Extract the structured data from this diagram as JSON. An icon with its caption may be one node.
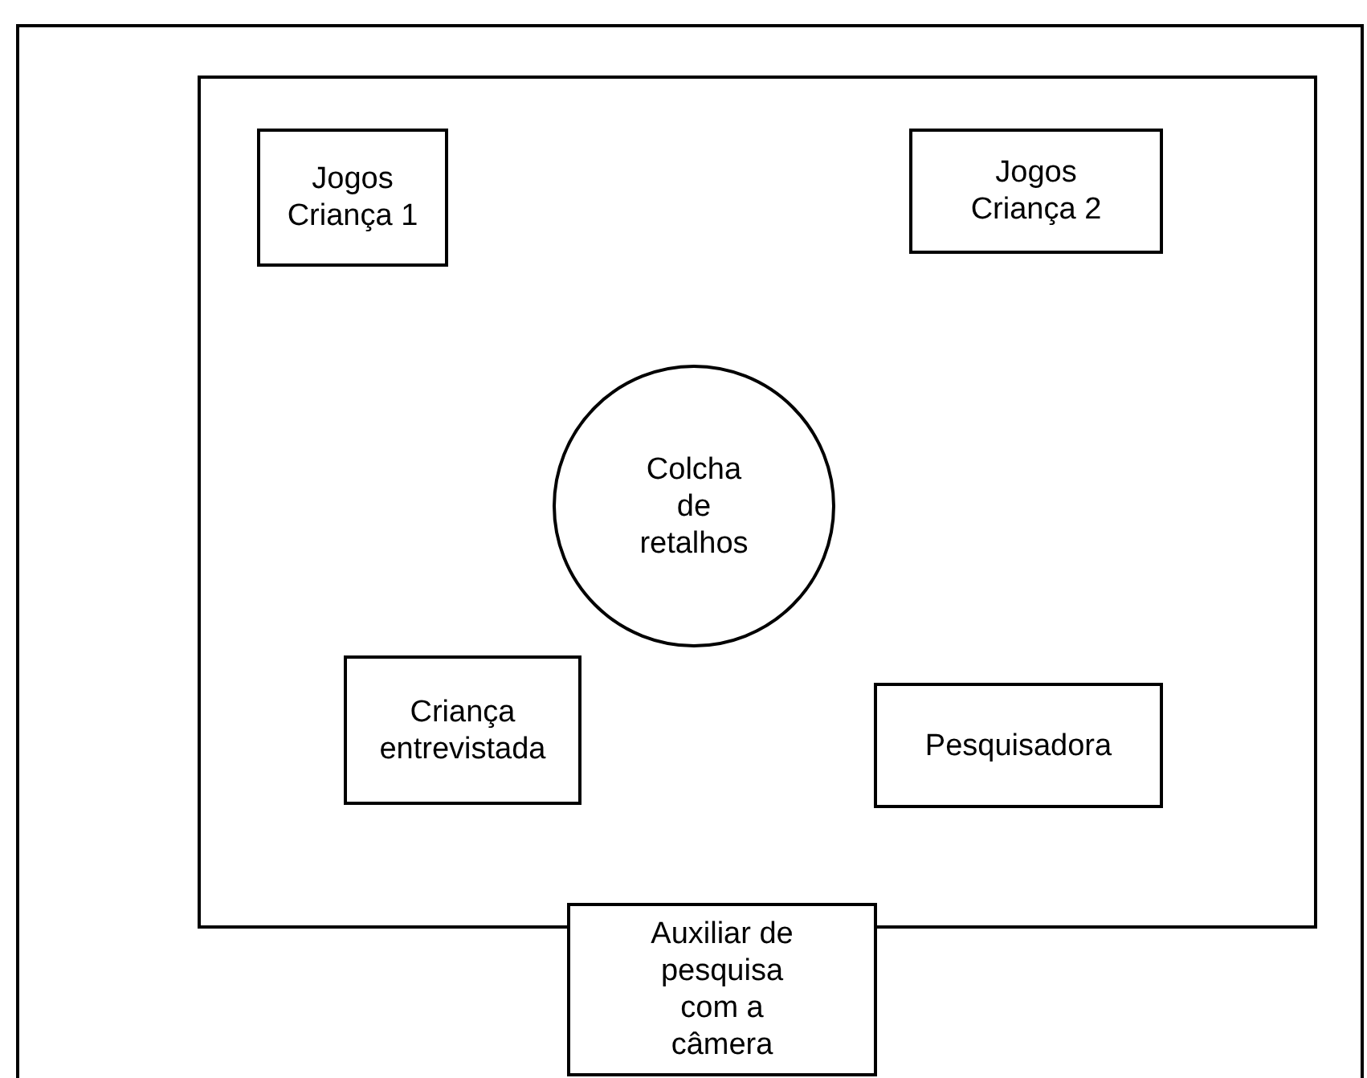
{
  "diagram": {
    "nodes": [
      {
        "text": [],
        "shape": "box"
      },
      {
        "text": [
          "Jogos Criança 1"
        ],
        "in": 0
      },
      {
        "text": [
          "Jogos Criança 2"
        ],
        "in": 0
      },
      {
        "text": [
          "Colcha de retalhos"
        ],
        "in": 0
      },
      {
        "text": [
          "Criança entrevistada"
        ],
        "in": 0
      },
      {
        "text": [
          "Pesquisadora"
        ],
        "in": 0
      },
      {
        "text": [
          "Auxiliar de pesquisa com a câmera"
        ]
      }
    ]
  }
}
